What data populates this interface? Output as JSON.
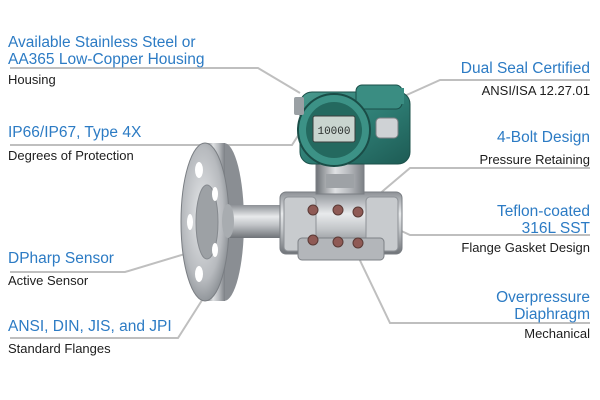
{
  "callouts": {
    "housing": {
      "title_1": "Available Stainless Steel or",
      "title_2": "AA365 Low-Copper Housing",
      "caption": "Housing"
    },
    "protection": {
      "title": "IP66/IP67, Type 4X",
      "caption": "Degrees of Protection"
    },
    "sensor": {
      "title": "DPharp Sensor",
      "caption": "Active Sensor"
    },
    "flanges": {
      "title": "ANSI, DIN, JIS, and JPI",
      "caption": "Standard Flanges"
    },
    "seal": {
      "title": "Dual Seal Certified",
      "caption": "ANSI/ISA 12.27.01"
    },
    "bolt": {
      "title": "4-Bolt Design",
      "caption": "Pressure Retaining"
    },
    "gasket": {
      "title_1": "Teflon-coated",
      "title_2": "316L SST",
      "caption": "Flange Gasket Design"
    },
    "overpressure": {
      "title_1": "Overpressure",
      "title_2": "Diaphragm",
      "caption": "Mechanical"
    }
  },
  "display": {
    "readout": "10000"
  },
  "colors": {
    "title": "#2c7bc4",
    "caption": "#1d1d1d",
    "leader": "#bfbfbf",
    "housing": "#2e7d74",
    "steel": "#b9bcbf"
  }
}
